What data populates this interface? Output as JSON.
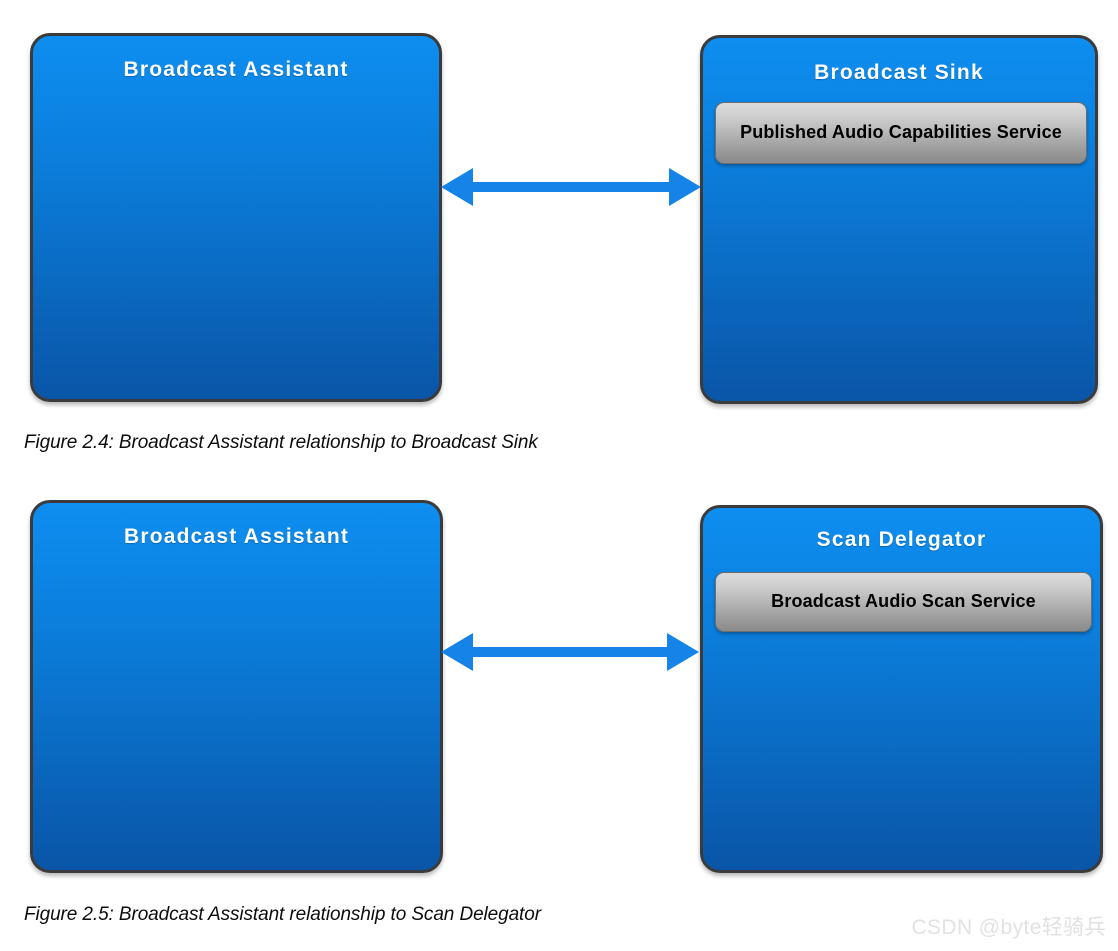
{
  "page": {
    "background": "#ffffff",
    "watermark": "CSDN @byte轻骑兵"
  },
  "colors": {
    "box_blue_top": "#0e8ef0",
    "box_blue_bottom": "#0a55a8",
    "box_border": "#3b3b3b",
    "service_gray_top": "#dcdcdc",
    "service_gray_bottom": "#8b8b8b",
    "arrow_blue": "#1583e8",
    "title_text": "#ffffff",
    "service_text": "#000000",
    "caption_text": "#0d0d0d",
    "watermark_text": "#e2e2e2"
  },
  "figures": [
    {
      "id": "figure-2-4",
      "caption": "Figure 2.4: Broadcast Assistant relationship to Broadcast Sink",
      "left_box": {
        "title": "Broadcast Assistant",
        "services": []
      },
      "right_box": {
        "title": "Broadcast Sink",
        "services": [
          {
            "label": "Published Audio Capabilities Service"
          }
        ]
      },
      "connector": {
        "type": "double-headed-arrow",
        "direction": "bidirectional"
      }
    },
    {
      "id": "figure-2-5",
      "caption": "Figure 2.5: Broadcast Assistant relationship to Scan Delegator",
      "left_box": {
        "title": "Broadcast Assistant",
        "services": []
      },
      "right_box": {
        "title": "Scan Delegator",
        "services": [
          {
            "label": "Broadcast Audio Scan Service"
          }
        ]
      },
      "connector": {
        "type": "double-headed-arrow",
        "direction": "bidirectional"
      }
    }
  ]
}
